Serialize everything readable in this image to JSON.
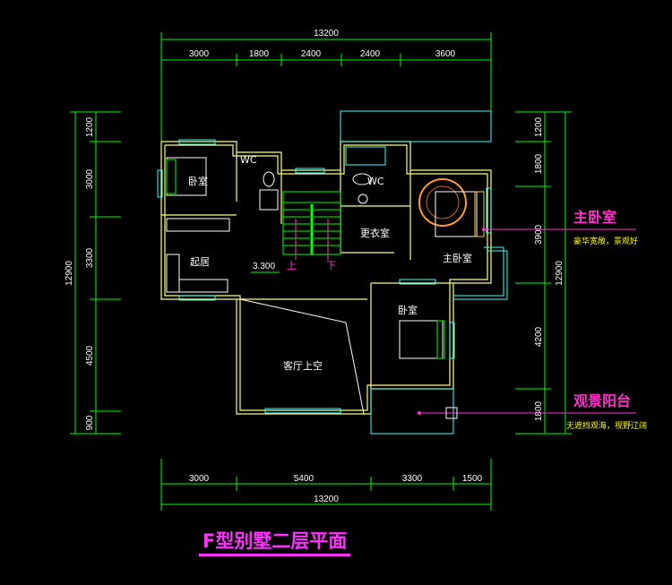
{
  "drawing": {
    "title": "F型别墅二层平面",
    "colors": {
      "background": "#000000",
      "dimension": "#00ff00",
      "wall": "#ffff66",
      "window": "#33ffff",
      "annotation": "#ff33cc"
    }
  },
  "dimensions": {
    "top_total": "13200",
    "top_segments": [
      "3000",
      "1800",
      "2400",
      "2400",
      "3600"
    ],
    "bottom_total": "13200",
    "bottom_segments": [
      "3000",
      "5400",
      "3300",
      "1500"
    ],
    "left_total": "12900",
    "left_segments": [
      "1200",
      "3000",
      "3300",
      "4500",
      "900"
    ],
    "right_total": "12900",
    "right_segments": [
      "1200",
      "1800",
      "3900",
      "4200",
      "1800"
    ]
  },
  "rooms": {
    "bedroom_nw": "卧室",
    "wc_left": "WC",
    "wc_right": "WC",
    "dressing": "更衣室",
    "living": "起居",
    "elevation": "3.300",
    "up": "上",
    "down": "下",
    "master": "主卧室",
    "bedroom_se": "卧室",
    "void": "客厅上空"
  },
  "callouts": [
    {
      "title": "主卧室",
      "subtitle": "豪华宽敞，景观好"
    },
    {
      "title": "观景阳台",
      "subtitle": "无遮挡观海，视野辽阔"
    }
  ]
}
